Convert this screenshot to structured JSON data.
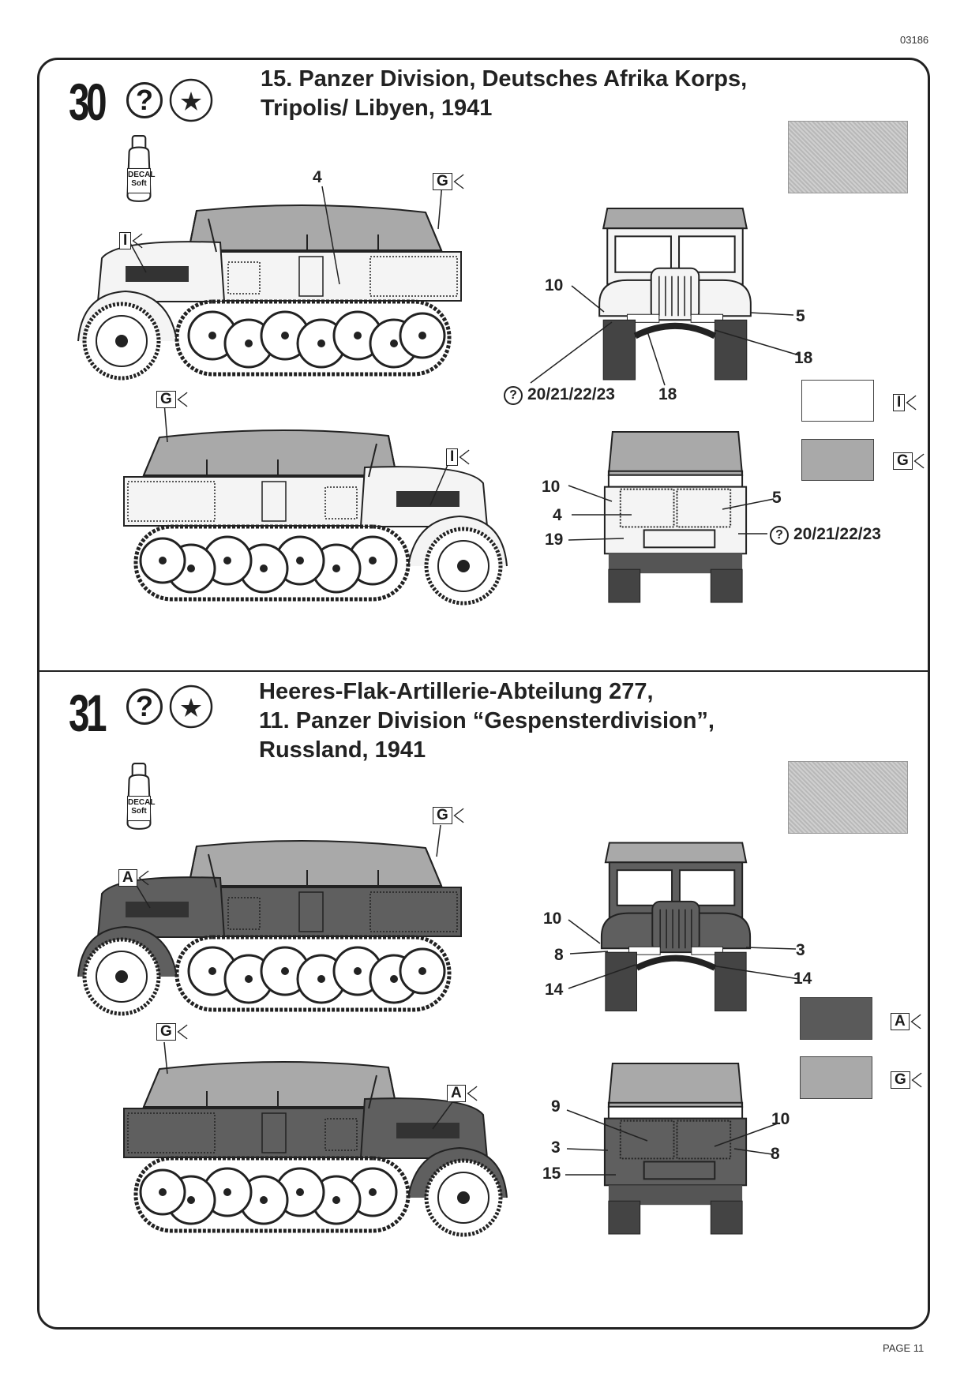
{
  "document_number": "03186",
  "page_label": "PAGE 11",
  "bottle_label": {
    "line1": "DECAL",
    "line2": "Soft"
  },
  "colors": {
    "light_paint": "#ffffff",
    "grey_paint": "#a9a9a9",
    "dark_paint": "#5a5a5a",
    "line": "#222222"
  },
  "sections": [
    {
      "number": "30",
      "title_lines": [
        "15. Panzer Division, Deutsches Afrika Korps,",
        "Tripolis/ Libyen, 1941"
      ],
      "icons": [
        "question-icon",
        "decal-badge-icon",
        "decal-soft-bottle-icon",
        "decal-sheet-thumbnail"
      ],
      "side_top": {
        "callout": "4",
        "flag_top": "G",
        "flag_body": "I"
      },
      "side_bottom": {
        "flag_top": "G",
        "flag_body": "I"
      },
      "front": {
        "left_top": "10",
        "right_mid": "5",
        "right_low": "18",
        "bottom_left": "20/21/22/23",
        "bottom_mid": "18"
      },
      "rear": {
        "left_1": "10",
        "left_2": "4",
        "left_3": "19",
        "right_1": "5",
        "right_2": "20/21/22/23"
      },
      "swatches": [
        {
          "flag": "I",
          "color": "#ffffff"
        },
        {
          "flag": "G",
          "color": "#a9a9a9"
        }
      ]
    },
    {
      "number": "31",
      "title_lines": [
        "Heeres-Flak-Artillerie-Abteilung 277,",
        "11. Panzer Division “Gespensterdivision”,",
        "Russland, 1941"
      ],
      "icons": [
        "question-icon",
        "decal-badge-icon",
        "decal-soft-bottle-icon",
        "decal-sheet-thumbnail"
      ],
      "side_top": {
        "flag_top": "G",
        "flag_body": "A"
      },
      "side_bottom": {
        "flag_top": "G",
        "flag_body": "A"
      },
      "front": {
        "left_1": "10",
        "left_2": "8",
        "left_3": "14",
        "right_1": "3",
        "right_2": "14"
      },
      "rear": {
        "left_1": "9",
        "left_2": "3",
        "left_3": "15",
        "right_1": "10",
        "right_2": "8"
      },
      "swatches": [
        {
          "flag": "A",
          "color": "#5a5a5a"
        },
        {
          "flag": "G",
          "color": "#a9a9a9"
        }
      ]
    }
  ]
}
